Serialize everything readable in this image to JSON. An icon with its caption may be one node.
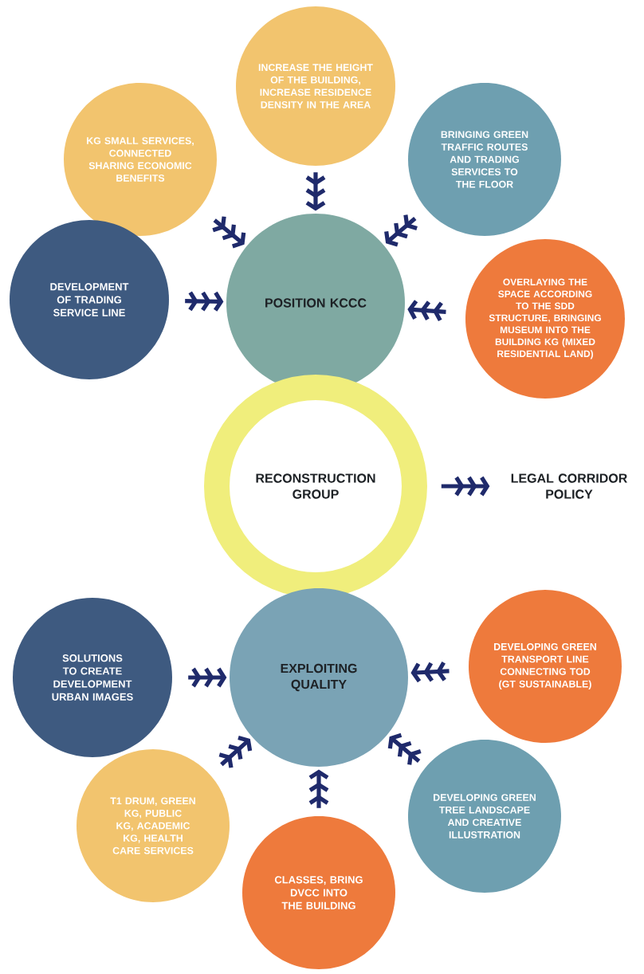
{
  "diagram": {
    "nodes": [
      {
        "text": [
          "POSITION KCCC"
        ]
      },
      {
        "text": [
          "INCREASE THE HEIGHT OF THE BUILDING, INCREASE RESIDENCE DENSITY IN THE AREA"
        ]
      },
      {
        "text": [
          "KG SMALL SERVICES, CONNECTED SHARING ECONOMIC BENEFITS"
        ]
      },
      {
        "text": [
          "BRINGING GREEN TRAFFIC ROUTES AND TRADING SERVICES TO THE FLOOR"
        ]
      },
      {
        "text": [
          "DEVELOPMENT OF TRADING SERVICE LINE"
        ]
      },
      {
        "text": [
          "OVERLAYING THE SPACE ACCORDING TO THE SDD STRUCTURE, BRINGING MUSEUM INTO THE BUILDING KG (MIXED RESIDENTIAL LAND)"
        ]
      },
      {
        "text": [
          "RECONSTRUCTION GROUP"
        ]
      },
      {
        "text": [
          "LEGAL CORRIDOR POLICY"
        ]
      },
      {
        "text": [
          "EXPLOITING QUALITY"
        ]
      },
      {
        "text": [
          "SOLUTIONS TO CREATE DEVELOPMENT URBAN IMAGES"
        ]
      },
      {
        "text": [
          "DEVELOPING GREEN TRANSPORT LINE CONNECTING TOD (GT SUSTAINABLE)"
        ]
      },
      {
        "text": [
          "T1 DRUM, GREEN KG, PUBLIC KG, ACADEMIC KG, HEALTH CARE SERVICES"
        ]
      },
      {
        "text": [
          "DEVELOPING GREEN TREE LANDSCAPE AND CREATIVE ILLUSTRATION"
        ]
      },
      {
        "text": [
          "CLASSES, BRING DVCC INTO THE BUILDING"
        ]
      }
    ],
    "edges": [
      {
        "from": 1,
        "to": 0,
        "arrow": "to"
      },
      {
        "from": 2,
        "to": 0,
        "arrow": "to"
      },
      {
        "from": 3,
        "to": 0,
        "arrow": "to"
      },
      {
        "from": 4,
        "to": 0,
        "arrow": "to"
      },
      {
        "from": 5,
        "to": 0,
        "arrow": "to"
      },
      {
        "from": 6,
        "to": 7,
        "arrow": "to"
      },
      {
        "from": 9,
        "to": 8,
        "arrow": "to"
      },
      {
        "from": 10,
        "to": 8,
        "arrow": "to"
      },
      {
        "from": 11,
        "to": 8,
        "arrow": "to"
      },
      {
        "from": 12,
        "to": 8,
        "arrow": "to"
      },
      {
        "from": 13,
        "to": 8,
        "arrow": "to"
      }
    ]
  }
}
